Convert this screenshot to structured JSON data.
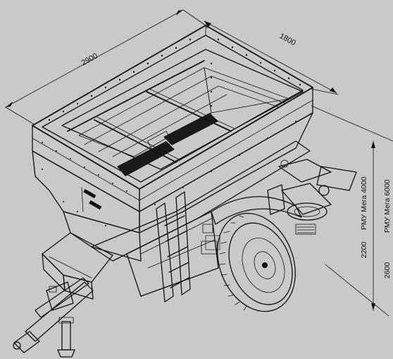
{
  "dimensions": {
    "length": "2900",
    "width": "1800",
    "height_4000": "2200",
    "model_4000": "РМУ Мега 4000",
    "height_6000": "2600",
    "model_6000": "РМУ Мега 6000"
  },
  "colors": {
    "background": "#c9c9c9",
    "line": "#111111",
    "body_fill": "#d6d6d6",
    "wall_fill": "#e4e4e4",
    "grate": "#1a1a1a"
  }
}
